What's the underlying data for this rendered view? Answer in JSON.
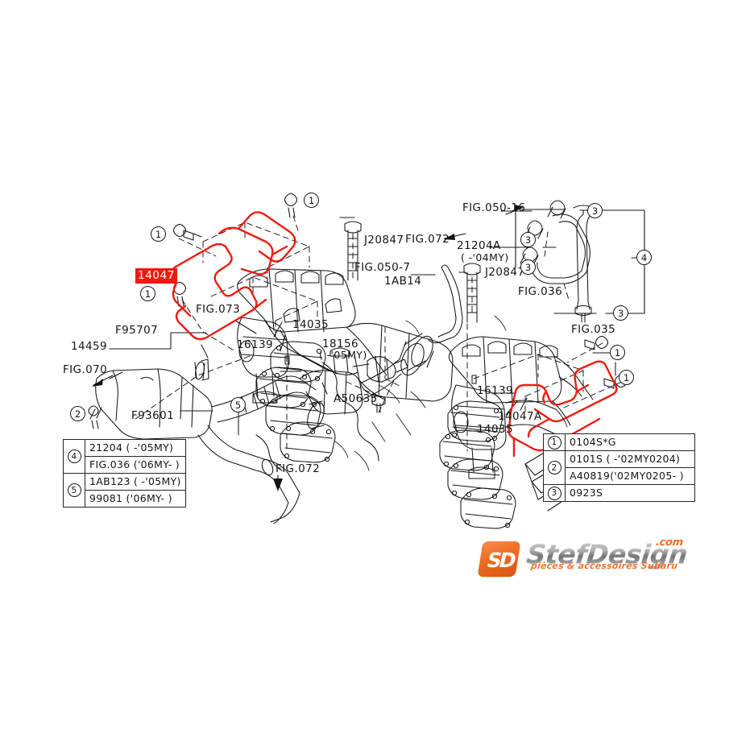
{
  "document": {
    "type": "subaru-parts-diagram",
    "title": "Intake manifold / air intake duct parts diagram"
  },
  "colors": {
    "highlight_red": "#ee1b10",
    "line_black": "#141414",
    "logo_orange": "#ef6b21",
    "background": "#ffffff"
  },
  "highlighted_part": {
    "number": "14047",
    "style": "white text on red background"
  },
  "labels": [
    {
      "id": "l-14047",
      "text": "14047"
    },
    {
      "id": "l-14047a",
      "text": "14047A"
    },
    {
      "id": "l-14459",
      "text": "14459"
    },
    {
      "id": "l-f95707",
      "text": "F95707"
    },
    {
      "id": "l-fig070",
      "text": "FIG.070"
    },
    {
      "id": "l-f93601",
      "text": "F93601"
    },
    {
      "id": "l-fig073",
      "text": "FIG.073"
    },
    {
      "id": "l-16139a",
      "text": "16139"
    },
    {
      "id": "l-16139b",
      "text": "16139"
    },
    {
      "id": "l-14035a",
      "text": "14035"
    },
    {
      "id": "l-14035b",
      "text": "14035"
    },
    {
      "id": "l-18156",
      "text": "18156"
    },
    {
      "id": "l-18156my",
      "text": "( -'05MY)"
    },
    {
      "id": "l-a50635",
      "text": "A50635"
    },
    {
      "id": "l-fig072a",
      "text": "FIG.072"
    },
    {
      "id": "l-fig072b",
      "text": "FIG.072"
    },
    {
      "id": "l-j20847a",
      "text": "J20847"
    },
    {
      "id": "l-j20847b",
      "text": "J20847"
    },
    {
      "id": "l-fig0507",
      "text": "FIG.050-7"
    },
    {
      "id": "l-1ab14",
      "text": "1AB14"
    },
    {
      "id": "l-fig05016",
      "text": "FIG.050-16"
    },
    {
      "id": "l-21204a",
      "text": "21204A"
    },
    {
      "id": "l-21204amy",
      "text": "( -'04MY)"
    },
    {
      "id": "l-fig036",
      "text": "FIG.036"
    },
    {
      "id": "l-fig035",
      "text": "FIG.035"
    }
  ],
  "callouts": [
    {
      "id": "c1-topmid",
      "num": "1"
    },
    {
      "id": "c1-topleft",
      "num": "1"
    },
    {
      "id": "c1-leftlow",
      "num": "1"
    },
    {
      "id": "c2-left",
      "num": "2"
    },
    {
      "id": "c5-midleft",
      "num": "5"
    },
    {
      "id": "c3-tr1",
      "num": "3"
    },
    {
      "id": "c3-tr2",
      "num": "3"
    },
    {
      "id": "c3-tr3",
      "num": "3"
    },
    {
      "id": "c3-tr4",
      "num": "3"
    },
    {
      "id": "c4-right",
      "num": "4"
    },
    {
      "id": "c1-right-up",
      "num": "1"
    },
    {
      "id": "c1-right-lo",
      "num": "1"
    }
  ],
  "legend_left": {
    "rows": [
      {
        "key": "4",
        "span": 2,
        "entries": [
          "21204   ( -'05MY)",
          "FIG.036 ('06MY- )"
        ]
      },
      {
        "key": "5",
        "span": 2,
        "entries": [
          "1AB123  ( -'05MY)",
          "99081   ('06MY- )"
        ]
      }
    ]
  },
  "legend_right": {
    "rows": [
      {
        "key": "1",
        "span": 1,
        "entries": [
          "0104S*G"
        ]
      },
      {
        "key": "2",
        "span": 2,
        "entries": [
          "0101S   ( -'02MY0204)",
          "A40819('02MY0205- )"
        ]
      },
      {
        "key": "3",
        "span": 1,
        "entries": [
          "0923S"
        ]
      }
    ]
  },
  "logo": {
    "badge_text": "SD",
    "wordmark": "StefDesign",
    "dotcom": ".com",
    "tagline": "pièces & accessoires Subaru"
  }
}
